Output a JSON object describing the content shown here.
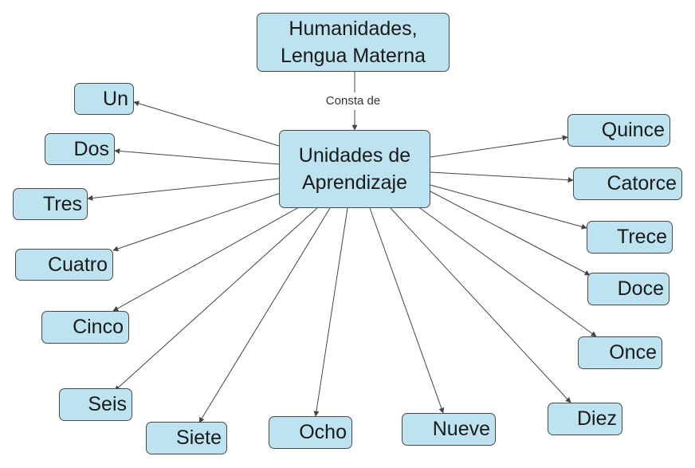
{
  "root": {
    "line1": "Humanidades,",
    "line2": "Lengua Materna"
  },
  "link_label": "Consta de",
  "center": {
    "line1": "Unidades de",
    "line2": "Aprendizaje"
  },
  "units": [
    "Un",
    "Dos",
    "Tres",
    "Cuatro",
    "Cinco",
    "Seis",
    "Siete",
    "Ocho",
    "Nueve",
    "Diez",
    "Once",
    "Doce",
    "Trece",
    "Catorce",
    "Quince"
  ],
  "colors": {
    "node_fill": "#bde3f0",
    "border": "#4a4a4a",
    "edge": "#444444"
  }
}
